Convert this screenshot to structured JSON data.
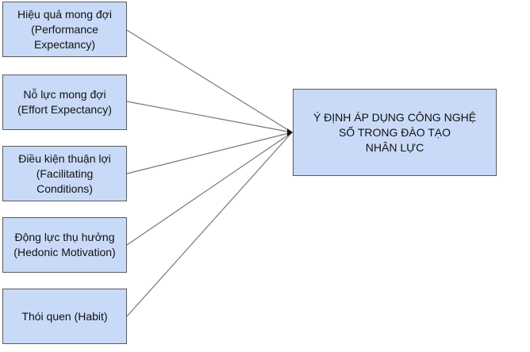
{
  "diagram": {
    "factors": [
      {
        "label": "Hiệu quả mong đợi\n(Performance\nExpectancy)"
      },
      {
        "label": "Nỗ lực mong đợi\n(Effort Expectancy)"
      },
      {
        "label": "Điều kiện thuận lợi\n(Facilitating\nConditions)"
      },
      {
        "label": "Động lực thụ hưởng\n(Hedonic Motivation)"
      },
      {
        "label": "Thói quen (Habit)"
      }
    ],
    "target": {
      "label": "Ý ĐỊNH ÁP DỤNG CÔNG NGHỆ\nSỐ TRONG ĐÀO TẠO\nNHÂN LỰC"
    },
    "colors": {
      "box_fill": "#c9daf8",
      "box_border": "#5a5a5a",
      "line": "#777777"
    }
  }
}
